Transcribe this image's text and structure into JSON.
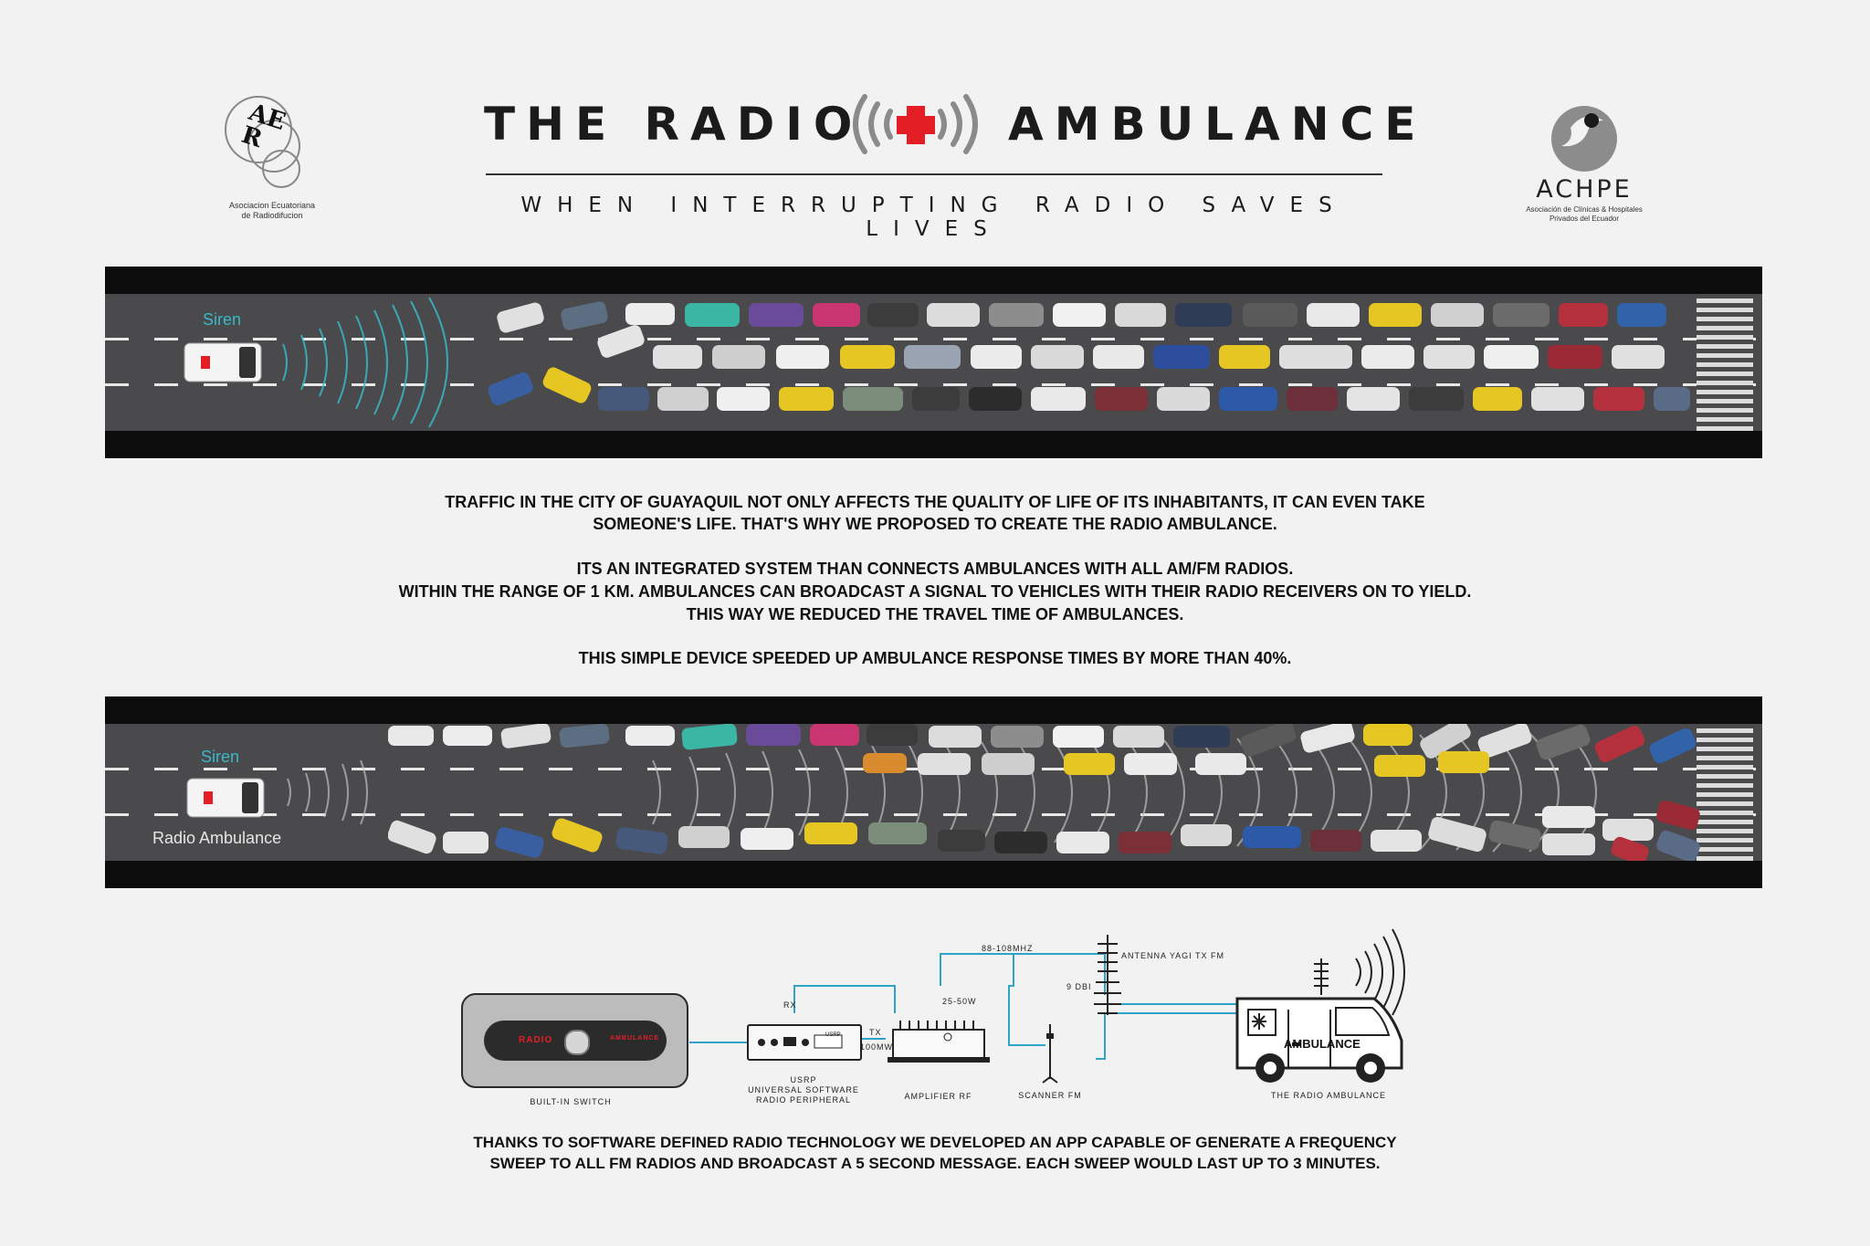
{
  "header": {
    "title_left": "THE RADIO",
    "title_right": "AMBULANCE",
    "subtitle": "WHEN INTERRUPTING RADIO SAVES LIVES"
  },
  "logo_left": {
    "letters": "AER",
    "caption_line1": "Asociacion Ecuatoriana",
    "caption_line2": "de Radiodifucion"
  },
  "logo_right": {
    "name": "ACHPE",
    "caption_line1": "Asociación de Clínicas & Hospitales",
    "caption_line2": "Privados del Ecuador"
  },
  "scene_top": {
    "siren_label": "Siren"
  },
  "scene_bottom": {
    "siren_label": "Siren",
    "vehicle_label": "Radio Ambulance"
  },
  "body_text": {
    "p1_line1": "TRAFFIC IN THE CITY OF GUAYAQUIL NOT ONLY AFFECTS THE QUALITY OF LIFE OF ITS INHABITANTS, IT CAN EVEN TAKE",
    "p1_line2": "SOMEONE'S LIFE. THAT'S WHY WE PROPOSED TO CREATE THE RADIO AMBULANCE.",
    "p2_line1": "ITS AN INTEGRATED SYSTEM THAN CONNECTS AMBULANCES WITH ALL AM/FM RADIOS.",
    "p2_line2": "WITHIN THE RANGE OF 1 KM. AMBULANCES CAN BROADCAST A SIGNAL TO VEHICLES WITH THEIR RADIO RECEIVERS ON TO YIELD.",
    "p2_line3": "THIS WAY WE REDUCED THE TRAVEL TIME OF AMBULANCES.",
    "p3_line1": "THIS SIMPLE DEVICE SPEEDED UP AMBULANCE RESPONSE TIMES BY MORE THAN 40%."
  },
  "diagram": {
    "switch_label": "BUILT-IN SWITCH",
    "switch_text_left": "RADIO",
    "switch_text_right": "AMBULANCE",
    "usrp_line1": "USRP",
    "usrp_line2": "UNIVERSAL SOFTWARE",
    "usrp_line3": "RADIO PERIPHERAL",
    "usrp_badge": "USRP",
    "rx": "RX",
    "tx": "TX",
    "power_100": "100MW",
    "amp_power": "25-50W",
    "amp_label": "AMPLIFIER RF",
    "freq": "88-108MHZ",
    "antenna_label": "ANTENNA YAGI TX FM",
    "gain": "9 DBI",
    "scanner_label": "SCANNER FM",
    "van_text": "AMBULANCE",
    "van_label": "THE RADIO AMBULANCE"
  },
  "footer_text": {
    "line1": "THANKS TO SOFTWARE DEFINED RADIO TECHNOLOGY WE DEVELOPED AN APP CAPABLE OF GENERATE A FREQUENCY",
    "line2": "SWEEP TO ALL FM RADIOS AND BROADCAST A 5 SECOND MESSAGE. EACH SWEEP WOULD LAST UP TO 3 MINUTES."
  },
  "colors": {
    "accent_red": "#e31e24",
    "signal_cyan": "#39b8c8",
    "diagram_line": "#2fa3c7"
  }
}
